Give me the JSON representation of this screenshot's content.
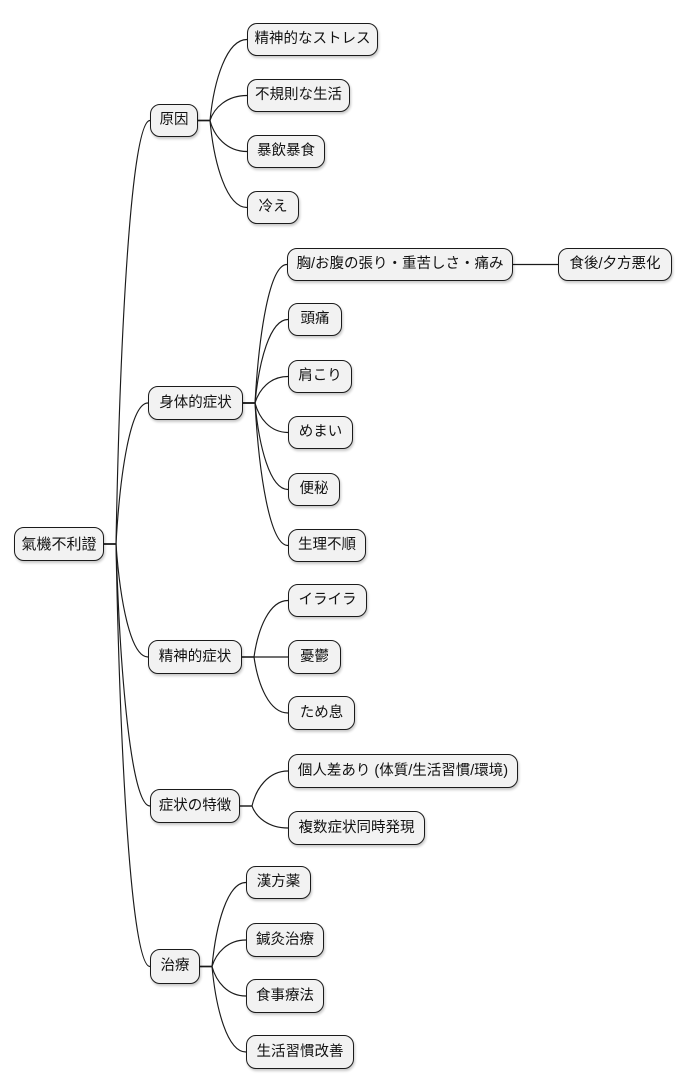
{
  "diagram": {
    "type": "mindmap",
    "colors": {
      "background": "#ffffff",
      "node_fill": "#f2f2f2",
      "node_border": "#1b1b1b",
      "edge": "#1b1b1b",
      "text": "#111111"
    },
    "root": {
      "id": "root",
      "label": "氣機不利證",
      "children": [
        {
          "id": "causes",
          "label": "原因",
          "children": [
            {
              "id": "stress",
              "label": "精神的なストレス"
            },
            {
              "id": "irregular-life",
              "label": "不規則な生活"
            },
            {
              "id": "overeating",
              "label": "暴飲暴食"
            },
            {
              "id": "cold",
              "label": "冷え"
            }
          ]
        },
        {
          "id": "physical",
          "label": "身体的症状",
          "children": [
            {
              "id": "chest-abdomen",
              "label": "胸/お腹の張り・重苦しさ・痛み",
              "children": [
                {
                  "id": "worse-after-meals",
                  "label": "食後/夕方悪化"
                }
              ]
            },
            {
              "id": "headache",
              "label": "頭痛"
            },
            {
              "id": "stiff-shoulders",
              "label": "肩こり"
            },
            {
              "id": "dizziness",
              "label": "めまい"
            },
            {
              "id": "constipation",
              "label": "便秘"
            },
            {
              "id": "menstrual",
              "label": "生理不順"
            }
          ]
        },
        {
          "id": "mental",
          "label": "精神的症状",
          "children": [
            {
              "id": "irritability",
              "label": "イライラ"
            },
            {
              "id": "depression",
              "label": "憂鬱"
            },
            {
              "id": "sighing",
              "label": "ため息"
            }
          ]
        },
        {
          "id": "features",
          "label": "症状の特徴",
          "children": [
            {
              "id": "individual",
              "label": "個人差あり (体質/生活習慣/環境)"
            },
            {
              "id": "multiple",
              "label": "複数症状同時発現"
            }
          ]
        },
        {
          "id": "treatment",
          "label": "治療",
          "children": [
            {
              "id": "kampo",
              "label": "漢方薬"
            },
            {
              "id": "acupuncture",
              "label": "鍼灸治療"
            },
            {
              "id": "diet",
              "label": "食事療法"
            },
            {
              "id": "lifestyle",
              "label": "生活習慣改善"
            }
          ]
        }
      ]
    }
  }
}
